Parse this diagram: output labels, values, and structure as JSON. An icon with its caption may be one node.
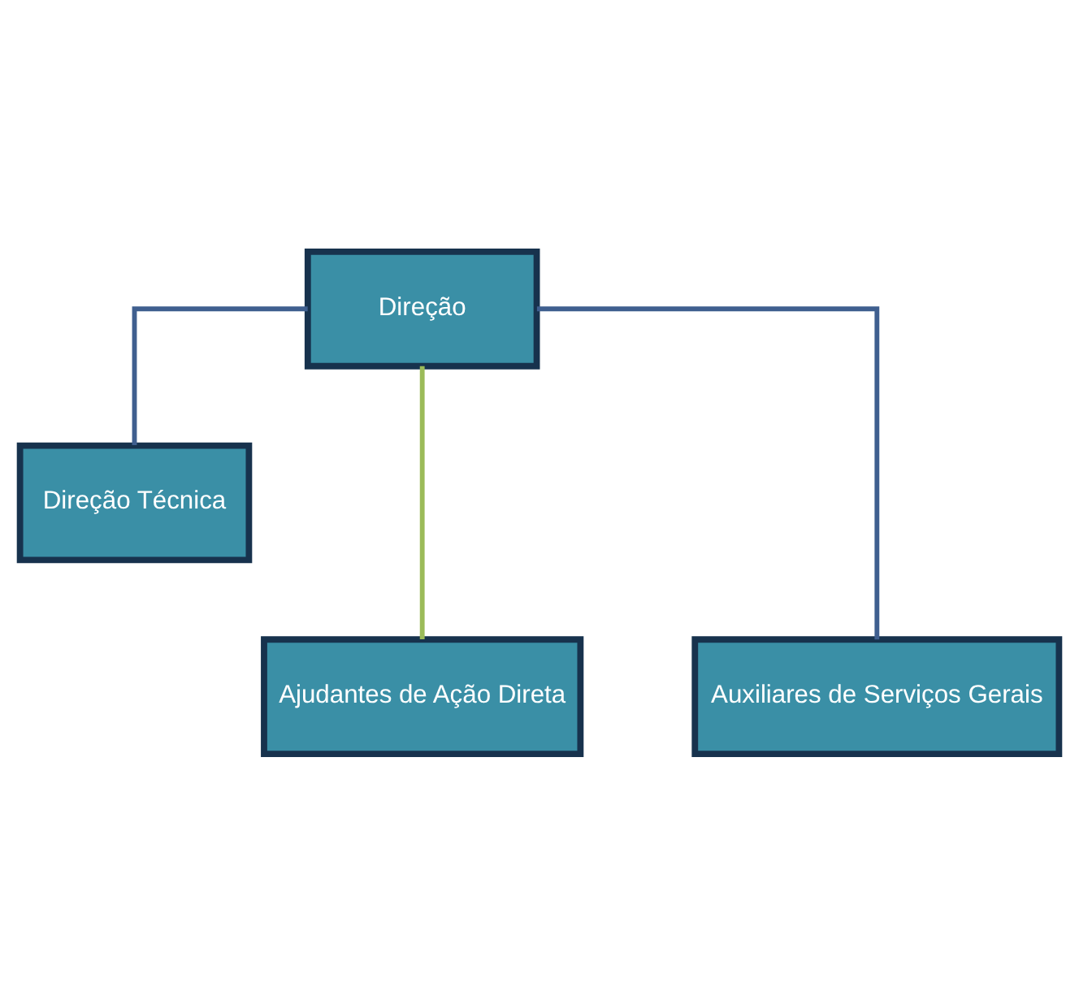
{
  "diagram": {
    "nodes": [
      {
        "text": [
          "Direção"
        ]
      },
      {
        "text": [
          "Direção Técnica"
        ]
      },
      {
        "text": [
          "Ajudantes de Ação Direta"
        ]
      },
      {
        "text": [
          "Auxiliares de Serviços Gerais"
        ]
      }
    ],
    "edges": [
      {
        "from": 0,
        "to": 1,
        "arrow": "none"
      },
      {
        "from": 0,
        "to": 2,
        "arrow": "none",
        "color": "#9bbb59"
      },
      {
        "from": 0,
        "to": 3,
        "arrow": "none"
      }
    ]
  }
}
